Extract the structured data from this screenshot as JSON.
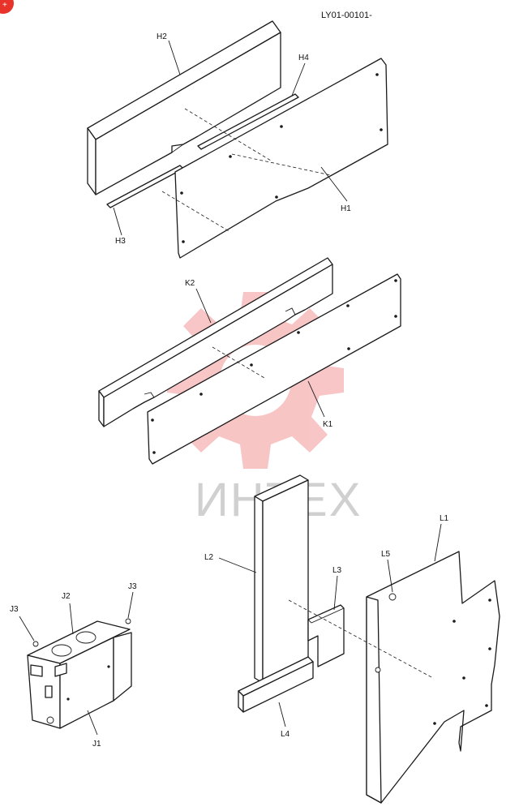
{
  "header": {
    "reference_code": "LY01-00101-",
    "corner_badge_color": "#e8332a"
  },
  "watermark": {
    "text": "ИНТЕХ",
    "gear_color": "#f08080",
    "text_color": "#d0d0d0"
  },
  "callouts": {
    "H1": "H1",
    "H2": "H2",
    "H3": "H3",
    "H4": "H4",
    "K1": "K1",
    "K2": "K2",
    "J1": "J1",
    "J2": "J2",
    "J3_left": "J3",
    "J3_right": "J3",
    "L1": "L1",
    "L2": "L2",
    "L3": "L3",
    "L4": "L4",
    "L5": "L5"
  }
}
